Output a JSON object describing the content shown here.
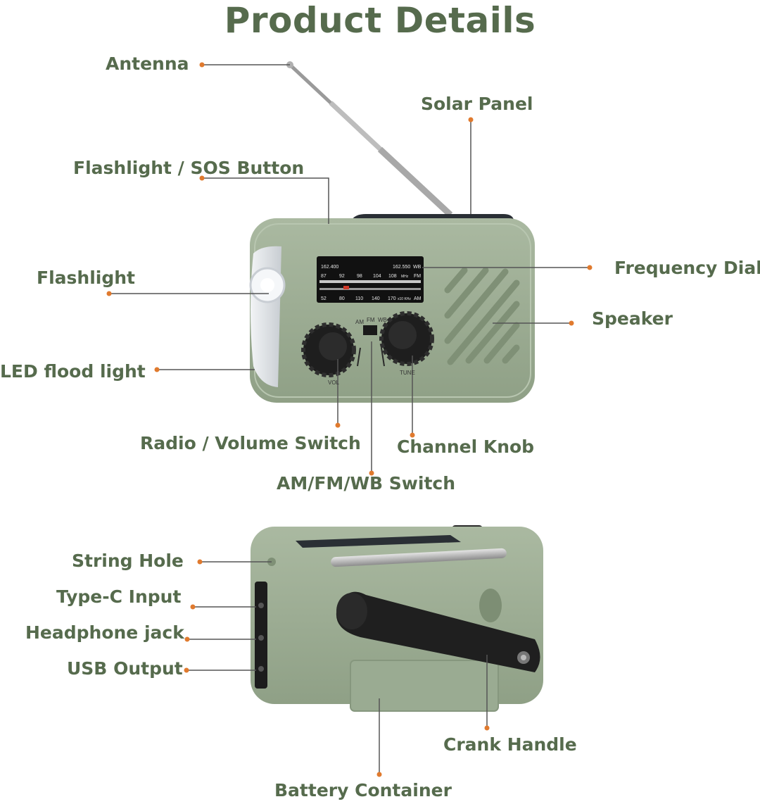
{
  "title": "Product Details",
  "colors": {
    "label_text": "#566b4d",
    "leader_dot": "#e07a2e",
    "body_green": "#9fae96",
    "knob_black": "#1e1e1e"
  },
  "labels": {
    "antenna": "Antenna",
    "solar_panel": "Solar Panel",
    "flashlight_sos_button": "Flashlight / SOS Button",
    "flashlight": "Flashlight",
    "frequency_dial": "Frequency Dial",
    "speaker": "Speaker",
    "led_flood_light": "LED flood light",
    "radio_volume_switch": "Radio / Volume Switch",
    "channel_knob": "Channel Knob",
    "band_switch": "AM/FM/WB Switch",
    "string_hole": "String Hole",
    "type_c_input": "Type-C Input",
    "headphone_jack": "Headphone jack",
    "usb_output": "USB Output",
    "crank_handle": "Crank Handle",
    "battery_container": "Battery Container"
  },
  "dial": {
    "wb_row": [
      "162.400",
      "162.550",
      "WB"
    ],
    "fm_row": [
      "87",
      "92",
      "98",
      "104",
      "108",
      "MHz",
      "FM"
    ],
    "am_row": [
      "52",
      "80",
      "110",
      "140",
      "170",
      "x10 KHz",
      "AM"
    ]
  },
  "band_labels": [
    "AM",
    "FM",
    "WB"
  ],
  "knob_labels": {
    "volume": "VOL",
    "tune": "TUNE"
  }
}
